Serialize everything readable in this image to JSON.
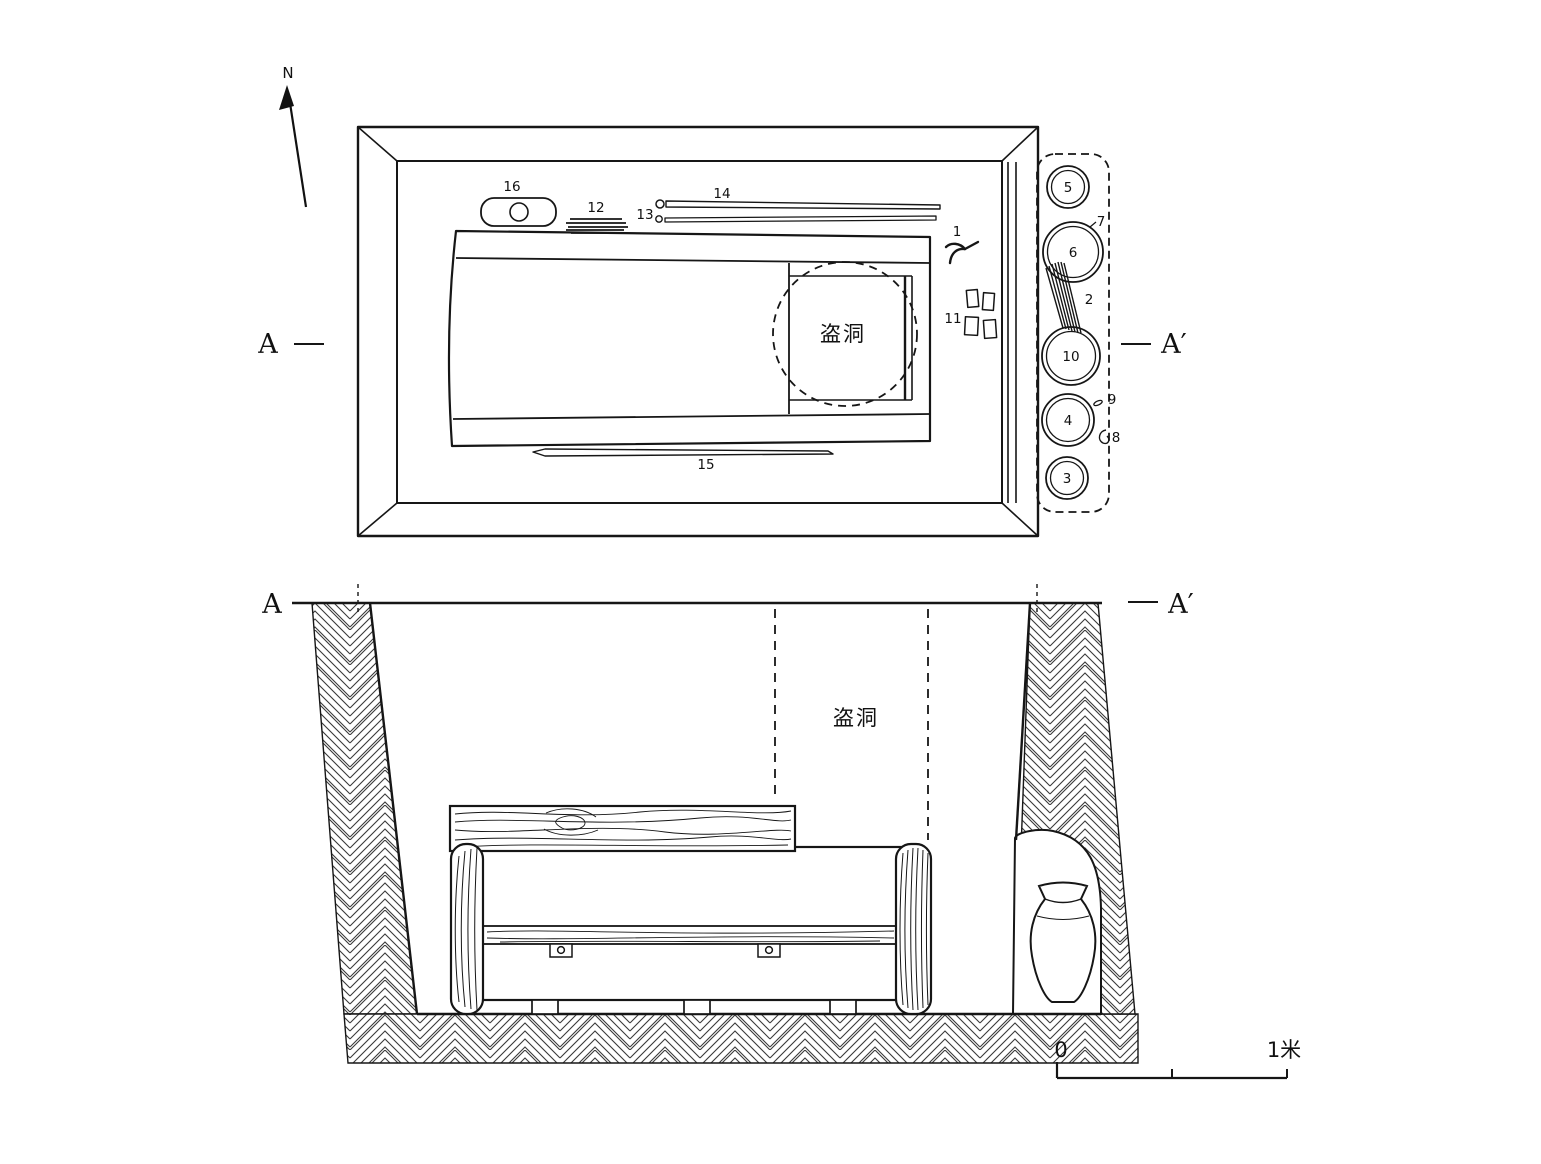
{
  "figure": {
    "compass": {
      "label": "N"
    },
    "plan_view": {
      "section_line": {
        "left": "A",
        "right": "A′"
      },
      "robber_hole": "盗洞",
      "artifact_numbers": {
        "n1": "1",
        "n2": "2",
        "n3": "3",
        "n4": "4",
        "n5": "5",
        "n6": "6",
        "n7": "7",
        "n8": "8",
        "n9": "9",
        "n10": "10",
        "n11": "11",
        "n12": "12",
        "n13": "13",
        "n14": "14",
        "n15": "15",
        "n16": "16"
      }
    },
    "section_view": {
      "section_line": {
        "left": "A",
        "right": "A′"
      },
      "robber_hole": "盗洞"
    },
    "scale_bar": {
      "start": "0",
      "end": "1米"
    }
  }
}
